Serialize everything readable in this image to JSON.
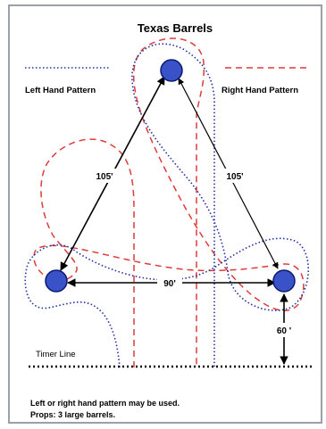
{
  "title": "Texas Barrels",
  "legend": {
    "left_hand_label": "Left Hand Pattern",
    "right_hand_label": "Right Hand Pattern",
    "left_hand_line": "blue dotted",
    "right_hand_line": "red dashed"
  },
  "distances": {
    "left_to_top": "105'",
    "right_to_top": "105'",
    "left_to_right": "90'",
    "right_to_timer": "60 '"
  },
  "timer_line_label": "Timer Line",
  "notes": [
    "Left or right hand pattern may be used.",
    "Props:  3 large barrels."
  ],
  "barrels": [
    {
      "name": "top-barrel"
    },
    {
      "name": "left-barrel"
    },
    {
      "name": "right-barrel"
    }
  ],
  "colors": {
    "barrel_fill": "#3a52c8",
    "barrel_stroke": "#0b1a70",
    "left_pattern": "#2030a0",
    "right_pattern": "#e03a3a",
    "border": "#9aa0a8"
  }
}
